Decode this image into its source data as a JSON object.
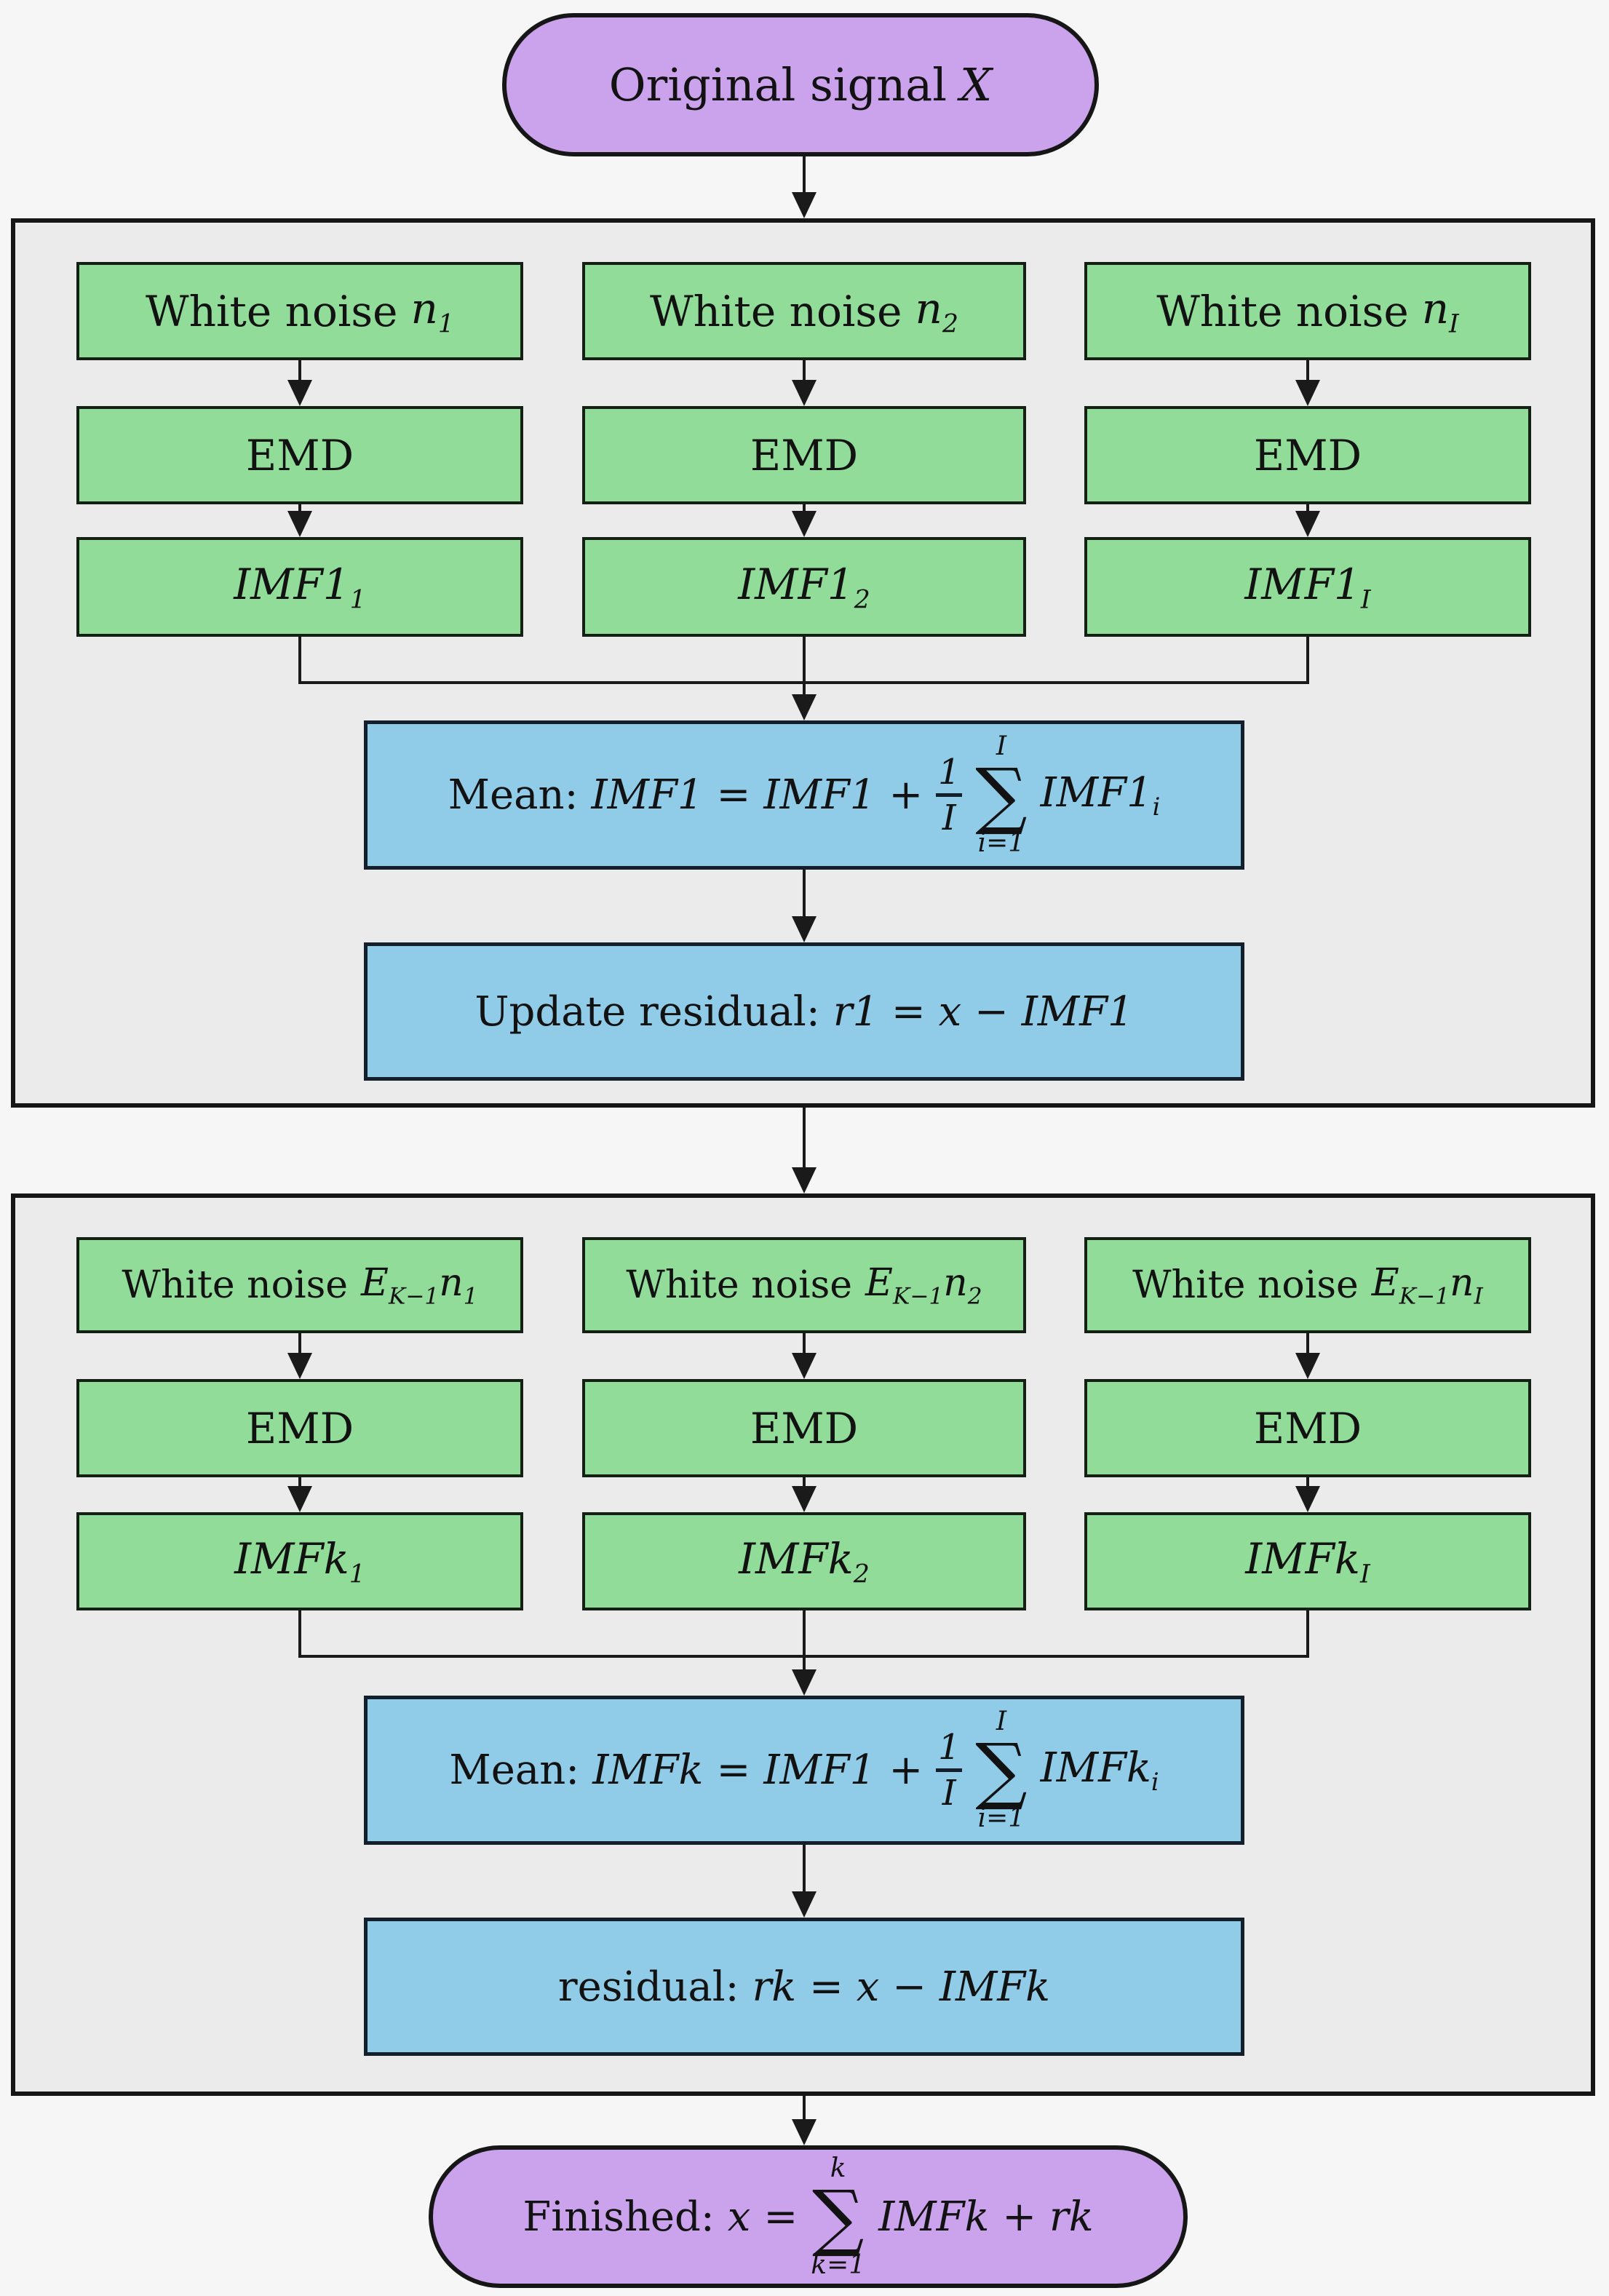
{
  "colors": {
    "start_end_fill": "#cba3ec",
    "process_fill": "#90dc98",
    "formula_fill": "#90cbe8",
    "container_fill": "#ebebeb",
    "page_background": "#f6f6f6",
    "line_color": "#1a1a1a"
  },
  "start": {
    "label": "Original signal",
    "variable": "X"
  },
  "section1": {
    "columns": [
      {
        "noise_prefix": "White noise",
        "noise_var": "n",
        "noise_sub": "1",
        "emd_label": "EMD",
        "imf_label": "IMF1",
        "imf_sub": "1"
      },
      {
        "noise_prefix": "White noise",
        "noise_var": "n",
        "noise_sub": "2",
        "emd_label": "EMD",
        "imf_label": "IMF1",
        "imf_sub": "2"
      },
      {
        "noise_prefix": "White noise",
        "noise_var": "n",
        "noise_sub": "I",
        "emd_label": "EMD",
        "imf_label": "IMF1",
        "imf_sub": "I"
      }
    ],
    "mean": {
      "prefix": "Mean:",
      "lhs": "IMF1",
      "eq": "=",
      "rhs_first": "IMF1",
      "plus": "+",
      "frac_num": "1",
      "frac_den": "I",
      "sum_symbol": "∑",
      "sum_upper": "I",
      "sum_lower": "i=1",
      "term": "IMF1",
      "term_sub": "i"
    },
    "residual": {
      "prefix": "Update residual:",
      "formula": "r1 = x − IMF1"
    }
  },
  "section2": {
    "columns": [
      {
        "noise_prefix": "White noise",
        "noise_e": "E",
        "noise_e_sub": "K−1",
        "noise_var": "n",
        "noise_sub": "1",
        "emd_label": "EMD",
        "imf_label": "IMFk",
        "imf_sub": "1"
      },
      {
        "noise_prefix": "White noise",
        "noise_e": "E",
        "noise_e_sub": "K−1",
        "noise_var": "n",
        "noise_sub": "2",
        "emd_label": "EMD",
        "imf_label": "IMFk",
        "imf_sub": "2"
      },
      {
        "noise_prefix": "White noise",
        "noise_e": "E",
        "noise_e_sub": "K−1",
        "noise_var": "n",
        "noise_sub": "I",
        "emd_label": "EMD",
        "imf_label": "IMFk",
        "imf_sub": "I"
      }
    ],
    "mean": {
      "prefix": "Mean:",
      "lhs": "IMFk",
      "eq": "=",
      "rhs_first": "IMF1",
      "plus": "+",
      "frac_num": "1",
      "frac_den": "I",
      "sum_symbol": "∑",
      "sum_upper": "I",
      "sum_lower": "i=1",
      "term": "IMFk",
      "term_sub": "i"
    },
    "residual": {
      "prefix": "residual:",
      "formula": "rk = x − IMFk"
    }
  },
  "finish": {
    "prefix": "Finished:",
    "lhs": "x",
    "eq": "=",
    "sum_symbol": "∑",
    "sum_upper": "k",
    "sum_lower": "k=1",
    "term": "IMFk + rk"
  }
}
